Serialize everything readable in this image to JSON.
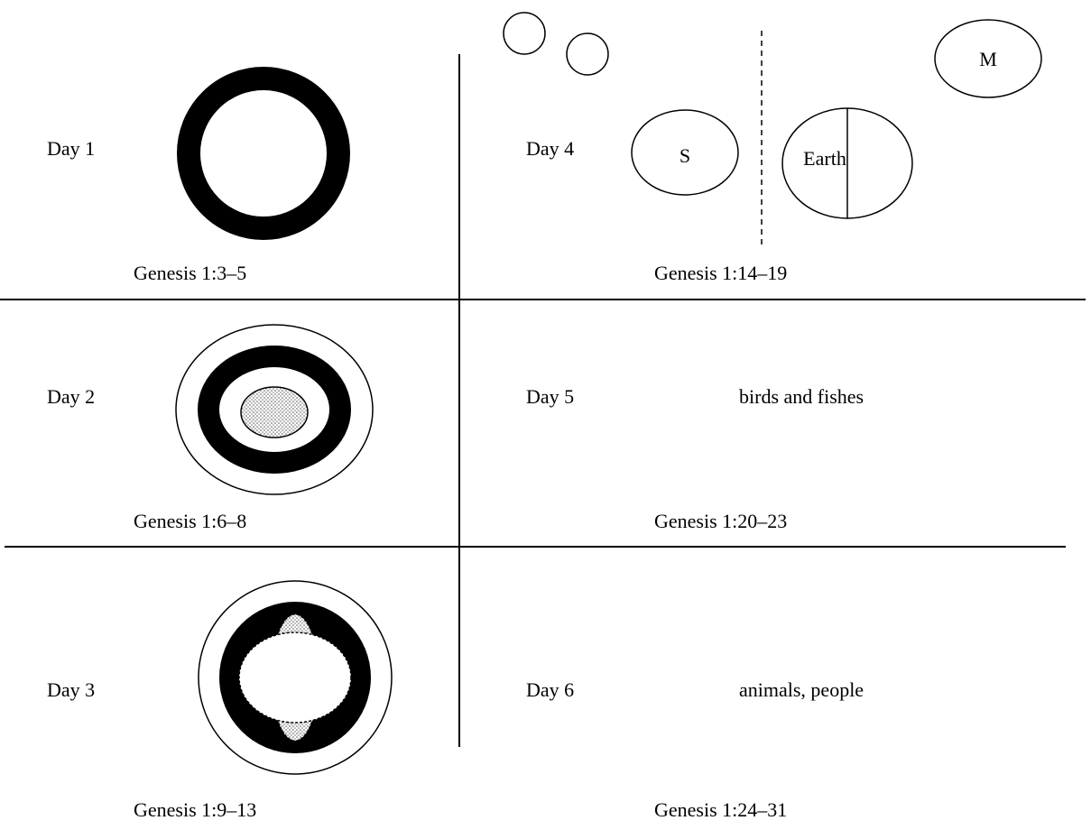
{
  "days": [
    {
      "label": "Day 1",
      "reference": "Genesis 1:3–5"
    },
    {
      "label": "Day 2",
      "reference": "Genesis 1:6–8"
    },
    {
      "label": "Day 3",
      "reference": "Genesis 1:9–13"
    },
    {
      "label": "Day 4",
      "reference": "Genesis 1:14–19"
    },
    {
      "label": "Day 5",
      "reference": "Genesis 1:20–23",
      "caption": "birds and fishes"
    },
    {
      "label": "Day 6",
      "reference": "Genesis 1:24–31",
      "caption": "animals, people"
    }
  ],
  "day4_bodies": {
    "sun": "S",
    "earth": "Earth",
    "moon": "M"
  }
}
